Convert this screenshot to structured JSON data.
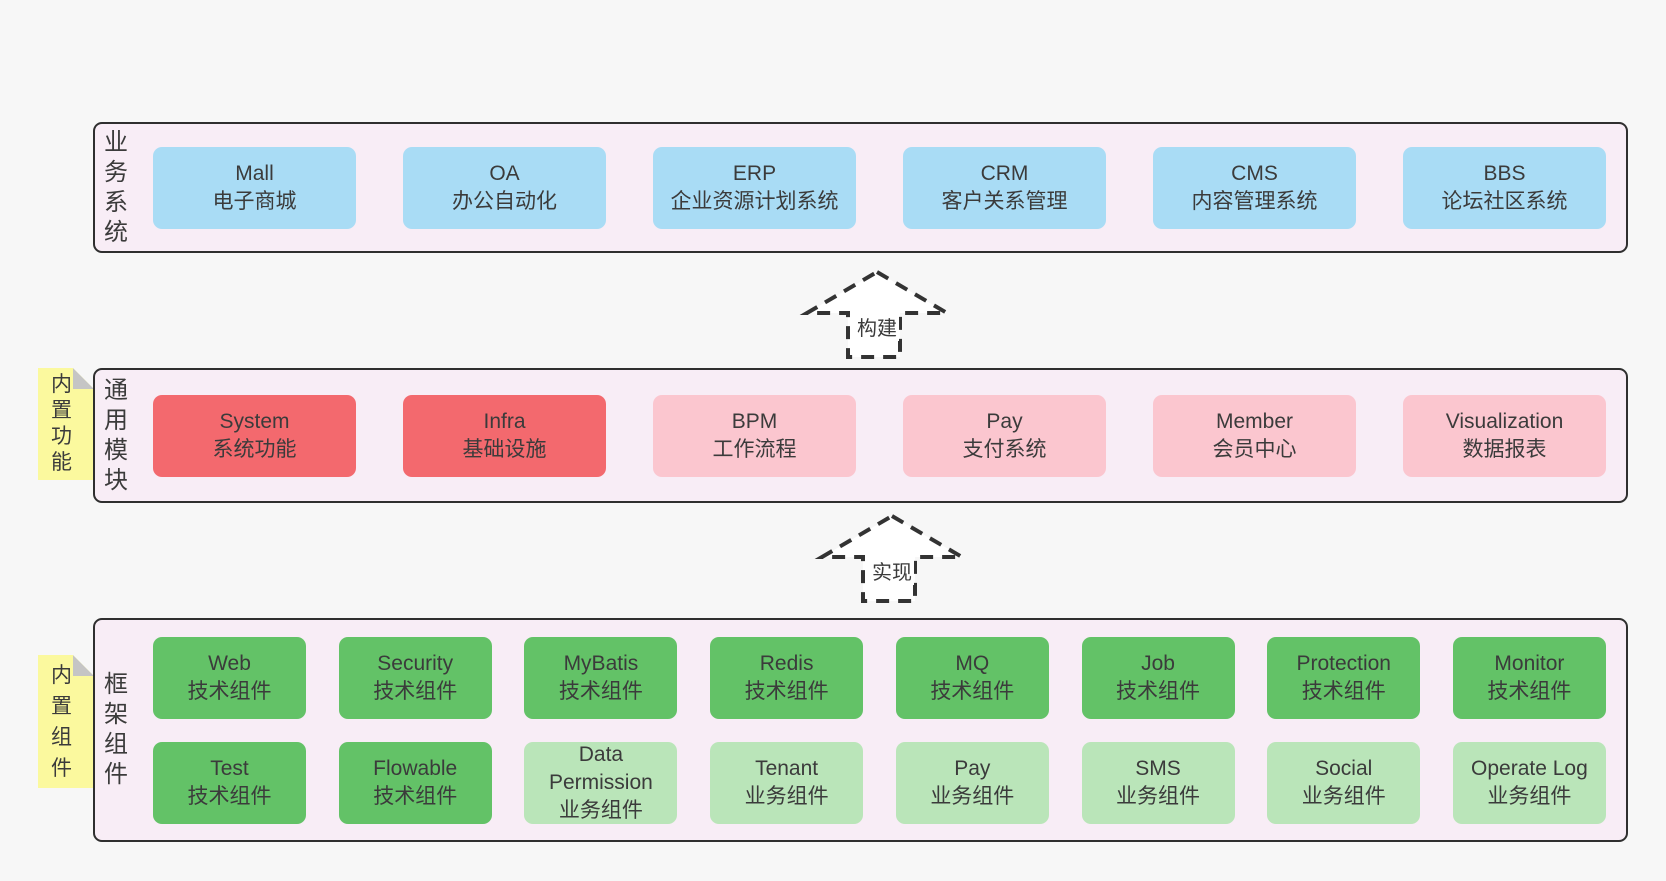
{
  "colors": {
    "page_bg": "#f7f7f7",
    "band_bg": "#f8edf6",
    "band_border": "#2f2f2f",
    "blue": "#a9dcf5",
    "red": "#f3696e",
    "pink": "#fbc6cf",
    "green": "#63c267",
    "light_green": "#bae5b9",
    "yellow": "#fbf99e",
    "fold": "#c5c5c5",
    "text": "#3b3b3b",
    "arrow": "#333333",
    "arrow_fill": "#ffffff"
  },
  "bands": {
    "business": {
      "label": "业务系统",
      "boxes": [
        {
          "name": "Mall",
          "desc": "电子商城"
        },
        {
          "name": "OA",
          "desc": "办公自动化"
        },
        {
          "name": "ERP",
          "desc": "企业资源计划系统"
        },
        {
          "name": "CRM",
          "desc": "客户关系管理"
        },
        {
          "name": "CMS",
          "desc": "内容管理系统"
        },
        {
          "name": "BBS",
          "desc": "论坛社区系统"
        }
      ]
    },
    "modules": {
      "label": "通用模块",
      "note": "内置功能",
      "boxes": [
        {
          "name": "System",
          "desc": "系统功能"
        },
        {
          "name": "Infra",
          "desc": "基础设施"
        },
        {
          "name": "BPM",
          "desc": "工作流程"
        },
        {
          "name": "Pay",
          "desc": "支付系统"
        },
        {
          "name": "Member",
          "desc": "会员中心"
        },
        {
          "name": "Visualization",
          "desc": "数据报表"
        }
      ]
    },
    "components": {
      "label": "框架组件",
      "note": "内置组件",
      "rows": [
        [
          {
            "name": "Web",
            "desc": "技术组件"
          },
          {
            "name": "Security",
            "desc": "技术组件"
          },
          {
            "name": "MyBatis",
            "desc": "技术组件"
          },
          {
            "name": "Redis",
            "desc": "技术组件"
          },
          {
            "name": "MQ",
            "desc": "技术组件"
          },
          {
            "name": "Job",
            "desc": "技术组件"
          },
          {
            "name": "Protection",
            "desc": "技术组件"
          },
          {
            "name": "Monitor",
            "desc": "技术组件"
          }
        ],
        [
          {
            "name": "Test",
            "desc": "技术组件"
          },
          {
            "name": "Flowable",
            "desc": "技术组件"
          },
          {
            "name": "Data Permission",
            "desc": "业务组件"
          },
          {
            "name": "Tenant",
            "desc": "业务组件"
          },
          {
            "name": "Pay",
            "desc": "业务组件"
          },
          {
            "name": "SMS",
            "desc": "业务组件"
          },
          {
            "name": "Social",
            "desc": "业务组件"
          },
          {
            "name": "Operate Log",
            "desc": "业务组件"
          }
        ]
      ]
    }
  },
  "arrows": [
    {
      "label": "构建"
    },
    {
      "label": "实现"
    }
  ]
}
